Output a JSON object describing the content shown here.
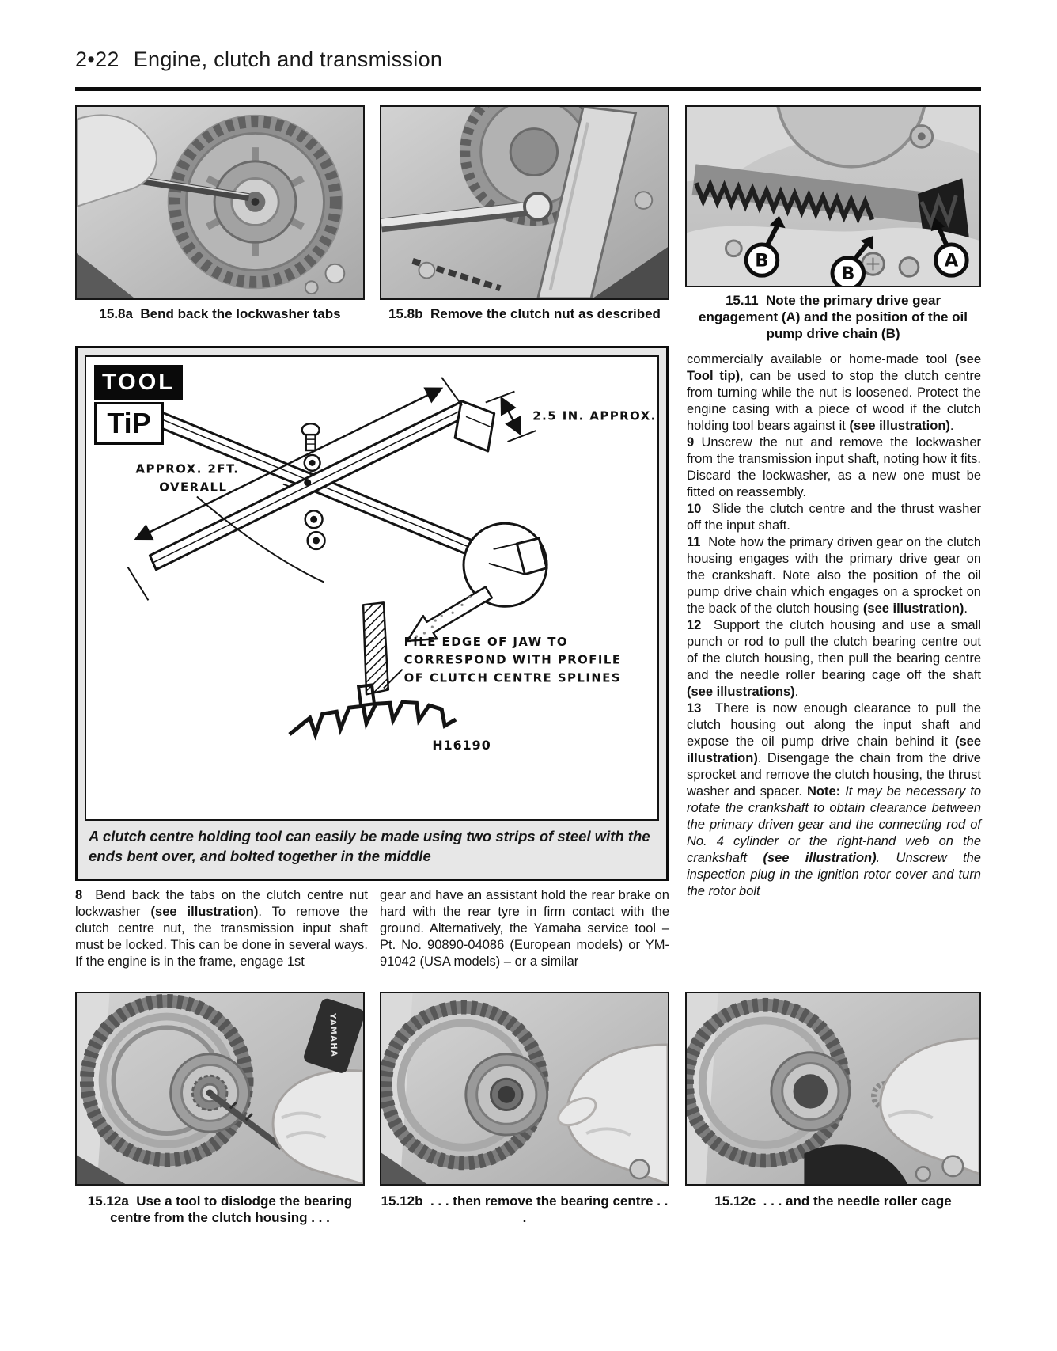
{
  "header": {
    "page_number": "2•22",
    "title": "Engine, clutch and transmission"
  },
  "figures": {
    "f158a": {
      "caption": "15.8a  Bend back the lockwasher tabs"
    },
    "f158b": {
      "caption": "15.8b  Remove the clutch nut as described"
    },
    "f1511": {
      "caption": "15.11  Note the primary drive gear engagement (A) and the position of the oil pump drive chain (B)",
      "labels": {
        "a": "A",
        "b1": "B",
        "b2": "B"
      }
    },
    "f1512a": {
      "caption": "15.12a  Use a tool to dislodge the bearing centre from the clutch housing . . .",
      "watermark": "YAMAHA"
    },
    "f1512b": {
      "caption": "15.12b  . . . then remove the bearing centre . . ."
    },
    "f1512c": {
      "caption": "15.12c  . . . and the needle roller cage"
    }
  },
  "tool_tip": {
    "badge_line1": "TOOL",
    "badge_line2": "TiP",
    "labels": {
      "dim_small": "2.5 IN. APPROX.",
      "dim_overall_1": "APPROX. 2FT.",
      "dim_overall_2": "OVERALL",
      "file_note_1": "FILE EDGE OF JAW TO",
      "file_note_2": "CORRESPOND WITH PROFILE",
      "file_note_3": "OF CLUTCH CENTRE SPLINES",
      "code": "H16190"
    },
    "caption": "A clutch centre holding tool can easily be made using two strips of steel with the ends bent over, and bolted together in the middle"
  },
  "right_column": {
    "p0": [
      "commercially available or home-made tool ",
      "(see Tool tip)",
      ", can be used to stop the clutch centre from turning while the nut is loosened. Protect the engine casing with a piece of wood if the clutch holding tool bears against it ",
      "(see illustration)",
      "."
    ],
    "p1": [
      "9 ",
      "Unscrew the nut and remove the lockwasher from the transmission input shaft, noting how it fits. Discard the lockwasher, as a new one must be fitted on reassembly."
    ],
    "p2": [
      "10  ",
      "Slide the clutch centre and the thrust washer off the input shaft."
    ],
    "p3": [
      "11  ",
      "Note how the primary driven gear on the clutch housing engages with the primary drive gear on the crankshaft. Note also the position of the oil pump drive chain which engages on a sprocket on the back of the clutch housing ",
      "(see illustration)",
      "."
    ],
    "p4": [
      "12  ",
      "Support the clutch housing and use a small punch or rod to pull the clutch bearing centre out of the clutch housing, then pull the bearing centre and the needle roller bearing cage off the shaft ",
      "(see illustrations)",
      "."
    ],
    "p5": [
      "13  ",
      "There is now enough clearance to pull the clutch housing out along the input shaft and expose the oil pump drive chain behind it ",
      "(see illustration)",
      ". Disengage the chain from the drive sprocket and remove the clutch housing, the thrust washer and spacer. ",
      "Note:",
      " It may be necessary to rotate the crankshaft to obtain clearance between the primary driven gear and the connecting rod of No. 4 cylinder or the right-hand web on the crankshaft ",
      "(see illustration)",
      ". Unscrew the inspection plug in the ignition rotor cover and turn the rotor bolt"
    ]
  },
  "bottom_text": {
    "col1": [
      "8  ",
      "Bend back the tabs on the clutch centre nut lockwasher ",
      "(see illustration)",
      ". To remove the clutch centre nut, the transmission input shaft must be locked. This can be done in several ways. If the engine is in the frame, engage 1st"
    ],
    "col2": [
      "gear and have an assistant hold the rear brake on hard with the rear tyre in firm contact with the ground. Alternatively, the Yamaha service tool – Pt. No. 90890-04086 (European models) or YM-91042 (USA models) – or a similar"
    ]
  }
}
